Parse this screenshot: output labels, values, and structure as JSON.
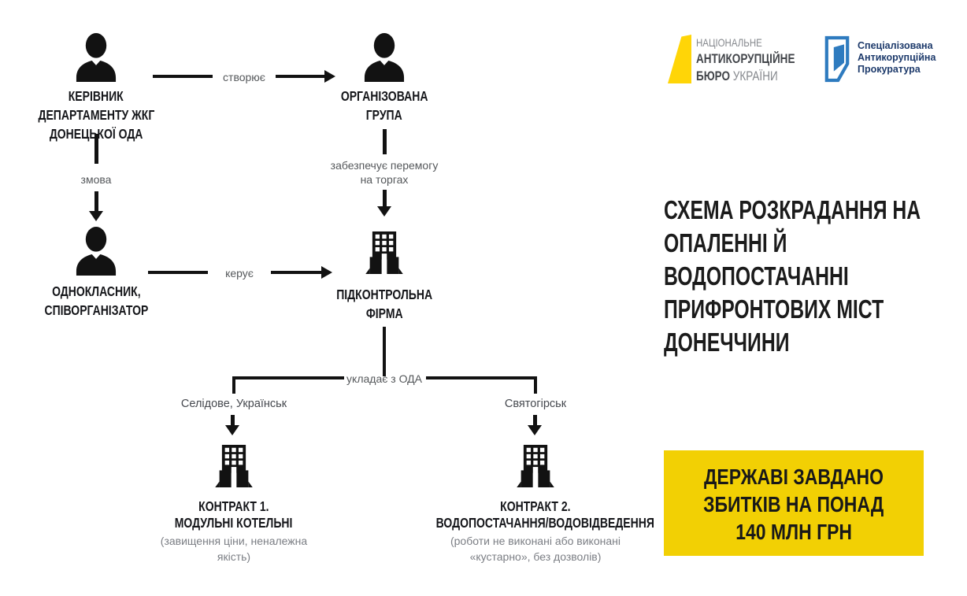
{
  "colors": {
    "accent_yellow_box": "#F2D004",
    "nabu_mark_yellow": "#FFD507",
    "sap_blue": "#2E7BBF",
    "sap_text_navy": "#1D3A6B",
    "ink_black": "#121212",
    "edge_label_gray": "#55585B",
    "note_gray": "#7B7E84"
  },
  "header": {
    "nabu_logo": {
      "line1": "НАЦІОНАЛЬНЕ",
      "line2": "АНТИКОРУПЦІЙНЕ",
      "line3_bold": "БЮРО",
      "line3_rest": " УКРАЇНИ"
    },
    "sap_logo": {
      "line1": "Спеціалізована",
      "line2": "Антикорупційна",
      "line3": "Прокуратура"
    }
  },
  "title": {
    "lines": [
      "СХЕМА РОЗКРАДАННЯ НА",
      "ОПАЛЕННІ Й",
      "ВОДОПОСТАЧАННІ",
      "ПРИФРОНТОВИХ МІСТ",
      "ДОНЕЧЧИНИ"
    ]
  },
  "damage_box": {
    "line1": "ДЕРЖАВІ ЗАВДАНО",
    "line2": "ЗБИТКІВ НА ПОНАД",
    "line3": "140 МЛН ГРН"
  },
  "diagram": {
    "nodes": {
      "zhkg_head": {
        "line1": "КЕРІВНИК",
        "line2": "ДЕПАРТАМЕНТУ ЖКГ",
        "line3": "ДОНЕЦЬКОЇ ОДА"
      },
      "organized_group": {
        "line1": "ОРГАНІЗОВАНА",
        "line2": "ГРУПА"
      },
      "classmate": {
        "line1": "ОДНОКЛАСНИК,",
        "line2": "СПІВОРГАНІЗАТОР"
      },
      "controlled_firm": {
        "line1": "ПІДКОНТРОЛЬНА",
        "line2": "ФІРМА"
      },
      "contract1": {
        "line1": "КОНТРАКТ 1.",
        "line2": "МОДУЛЬНІ КОТЕЛЬНІ",
        "note1": "(завищення ціни, неналежна",
        "note2": "якість)"
      },
      "contract2": {
        "line1": "КОНТРАКТ 2.",
        "line2": "ВОДОПОСТАЧАННЯ/ВОДОВІДВЕДЕННЯ",
        "note1": "(роботи не виконані або виконані",
        "note2": "«кустарно», без дозволів)"
      }
    },
    "edges": {
      "creates": "створює",
      "collusion": "змова",
      "manages": "керує",
      "ensures_win_line1": "забезпечує перемогу",
      "ensures_win_line2": "на торгах",
      "concludes_with_oda": "укладає з ОДА",
      "cities1": "Селідове, Українськ",
      "cities2": "Святогірськ"
    }
  }
}
